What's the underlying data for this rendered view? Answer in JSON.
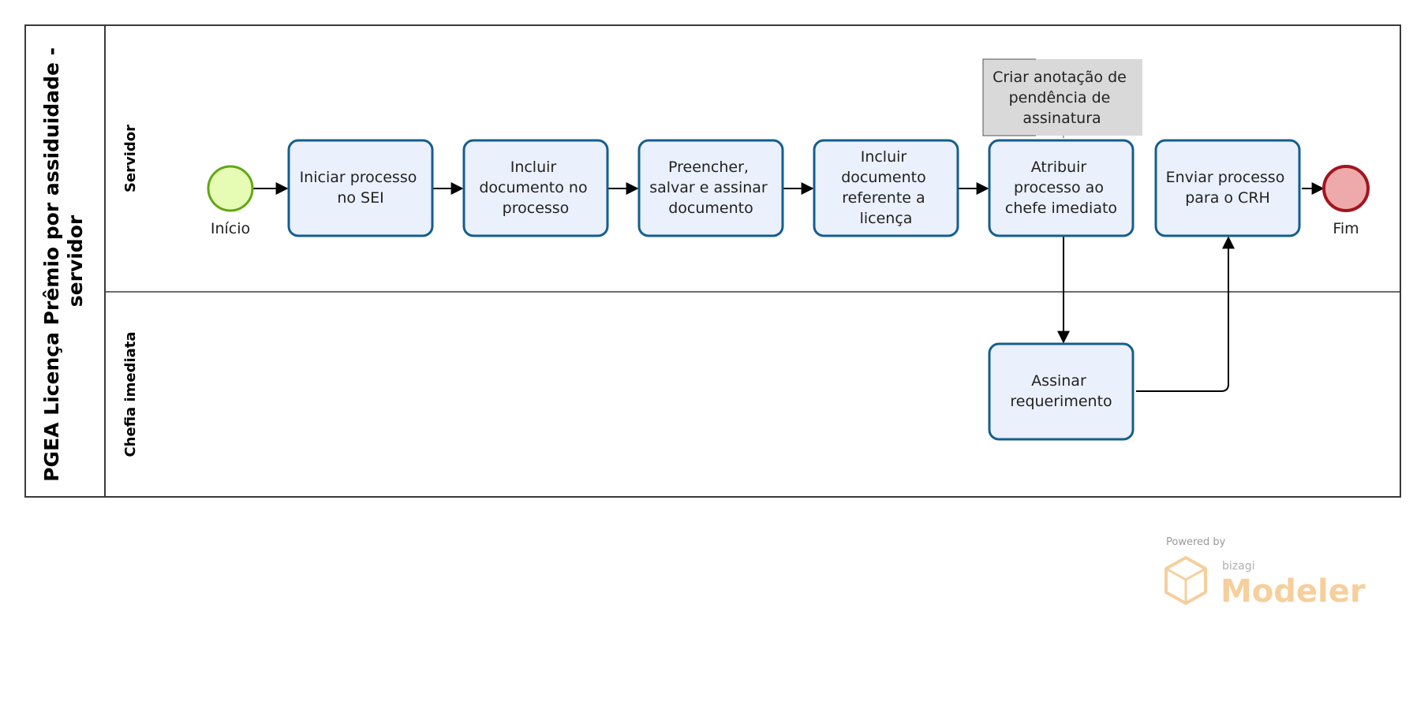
{
  "pool": {
    "title_line1": "PGEA Licença Prêmio por assiduidade -",
    "title_line2": "servidor"
  },
  "lanes": [
    {
      "label": "Servidor"
    },
    {
      "label": "Chefia imediata"
    }
  ],
  "events": {
    "start": {
      "label": "Início",
      "fill": "#e6fcb4",
      "stroke": "#62a716"
    },
    "end": {
      "label": "Fim",
      "fill": "#eeaaaa",
      "stroke": "#a2151e"
    }
  },
  "tasks": [
    {
      "lines": [
        "Iniciar processo",
        "no SEI"
      ]
    },
    {
      "lines": [
        "Incluir",
        "documento no",
        "processo"
      ]
    },
    {
      "lines": [
        "Preencher,",
        "salvar e assinar",
        "documento"
      ]
    },
    {
      "lines": [
        "Incluir",
        "documento",
        "referente a",
        "licença"
      ]
    },
    {
      "lines": [
        "Atribuir",
        "processo ao",
        "chefe imediato"
      ]
    },
    {
      "lines": [
        "Enviar processo",
        "para o CRH"
      ]
    },
    {
      "lines": [
        "Assinar",
        "requerimento"
      ]
    }
  ],
  "annotation": {
    "lines": [
      "Criar anotação de",
      "pendência de",
      "assinatura"
    ],
    "fill": "#d9d9d9"
  },
  "watermark": {
    "powered": "Powered by",
    "brand": "bizagi",
    "product": "Modeler",
    "color": "#f6cf9c"
  },
  "colors": {
    "task_fill": "#ebf0fd",
    "task_stroke": "#145e8f"
  }
}
